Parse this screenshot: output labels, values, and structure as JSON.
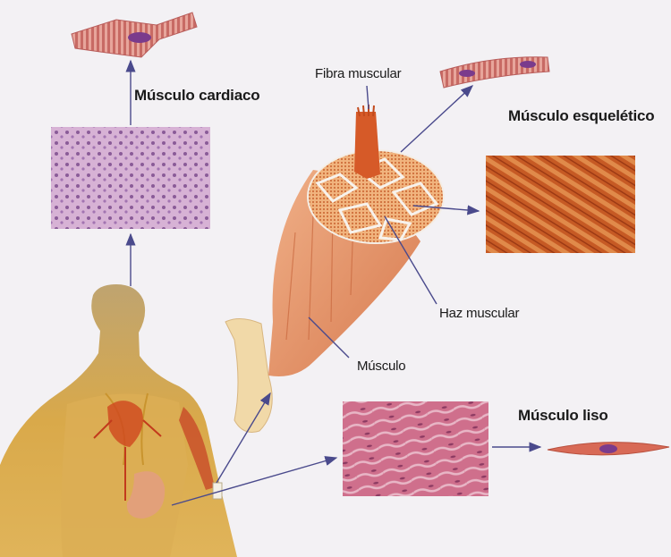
{
  "labels": {
    "cardiac": "Músculo cardiaco",
    "skeletal": "Músculo esquelético",
    "smooth": "Músculo liso",
    "fiber": "Fibra muscular",
    "bundle": "Haz muscular",
    "muscle": "Músculo"
  },
  "colors": {
    "arrow": "#4a4a8c",
    "cardiac_tissue": "#c99bc8",
    "skeletal_tissue": "#c8541e",
    "smooth_tissue": "#c6607e",
    "muscle_body": "#e0956b",
    "bone": "#f1d9a8",
    "human_skin": "#d9a94a",
    "nucleus": "#7a3b8c"
  }
}
